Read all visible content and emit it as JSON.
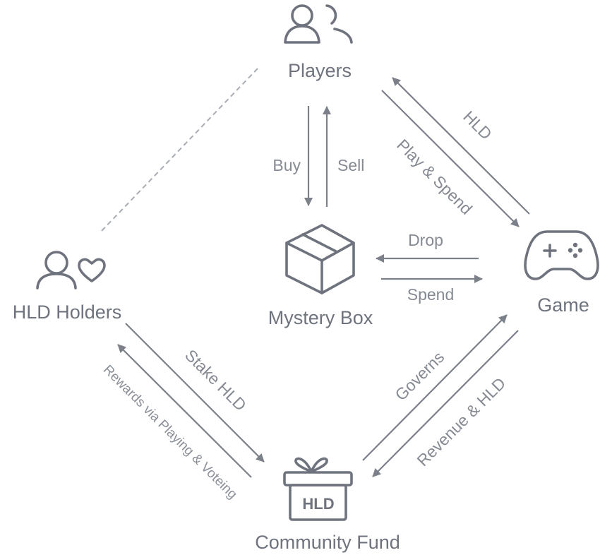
{
  "nodes": {
    "players": "Players",
    "hld_holders": "HLD Holders",
    "mystery_box": "Mystery Box",
    "game": "Game",
    "community_fund": "Community Fund"
  },
  "edges": {
    "buy": "Buy",
    "sell": "Sell",
    "hld_to_players": "HLD",
    "play_spend": "Play & Spend",
    "drop": "Drop",
    "spend": "Spend",
    "stake_hld": "Stake HLD",
    "rewards": "Rewards via Playing & Voteing",
    "governs": "Governs",
    "revenue_hld": "Revenue & HLD"
  },
  "fund_badge": "HLD",
  "colors": {
    "icon": "#6e737d",
    "arrow": "#7b8089",
    "text": "#858a93"
  },
  "icons": [
    "users-icon",
    "user-heart-icon",
    "box-icon",
    "gamepad-icon",
    "gift-icon"
  ]
}
